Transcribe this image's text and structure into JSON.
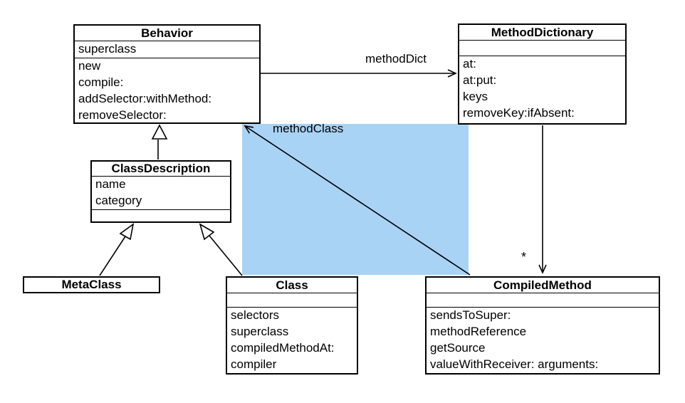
{
  "diagram": {
    "type": "uml-class-diagram",
    "highlight": {
      "color": "#a9d3f5"
    },
    "classes": [
      {
        "name": "Behavior",
        "attributes": [
          "superclass"
        ],
        "methods": [
          "new",
          "compile:",
          "addSelector:withMethod:",
          "removeSelector:"
        ]
      },
      {
        "name": "MethodDictionary",
        "attributes": [],
        "methods": [
          "at:",
          "at:put:",
          "keys",
          "removeKey:ifAbsent:"
        ]
      },
      {
        "name": "ClassDescription",
        "attributes": [
          "name",
          "category"
        ],
        "methods": []
      },
      {
        "name": "MetaClass",
        "attributes": [],
        "methods": []
      },
      {
        "name": "Class",
        "attributes": [],
        "methods": [
          "selectors",
          "superclass",
          "compiledMethodAt:",
          "compiler"
        ]
      },
      {
        "name": "CompiledMethod",
        "attributes": [],
        "methods": [
          "sendsToSuper:",
          "methodReference",
          "getSource",
          "valueWithReceiver: arguments:"
        ]
      }
    ],
    "relationships": [
      {
        "from": "Behavior",
        "to": "MethodDictionary",
        "type": "association",
        "label": "methodDict"
      },
      {
        "from": "CompiledMethod",
        "to": "Behavior",
        "type": "association",
        "label": "methodClass"
      },
      {
        "from": "MethodDictionary",
        "to": "CompiledMethod",
        "type": "association",
        "label": "*"
      },
      {
        "from": "ClassDescription",
        "to": "Behavior",
        "type": "generalization",
        "label": ""
      },
      {
        "from": "MetaClass",
        "to": "ClassDescription",
        "type": "generalization",
        "label": ""
      },
      {
        "from": "Class",
        "to": "ClassDescription",
        "type": "generalization",
        "label": ""
      }
    ]
  }
}
